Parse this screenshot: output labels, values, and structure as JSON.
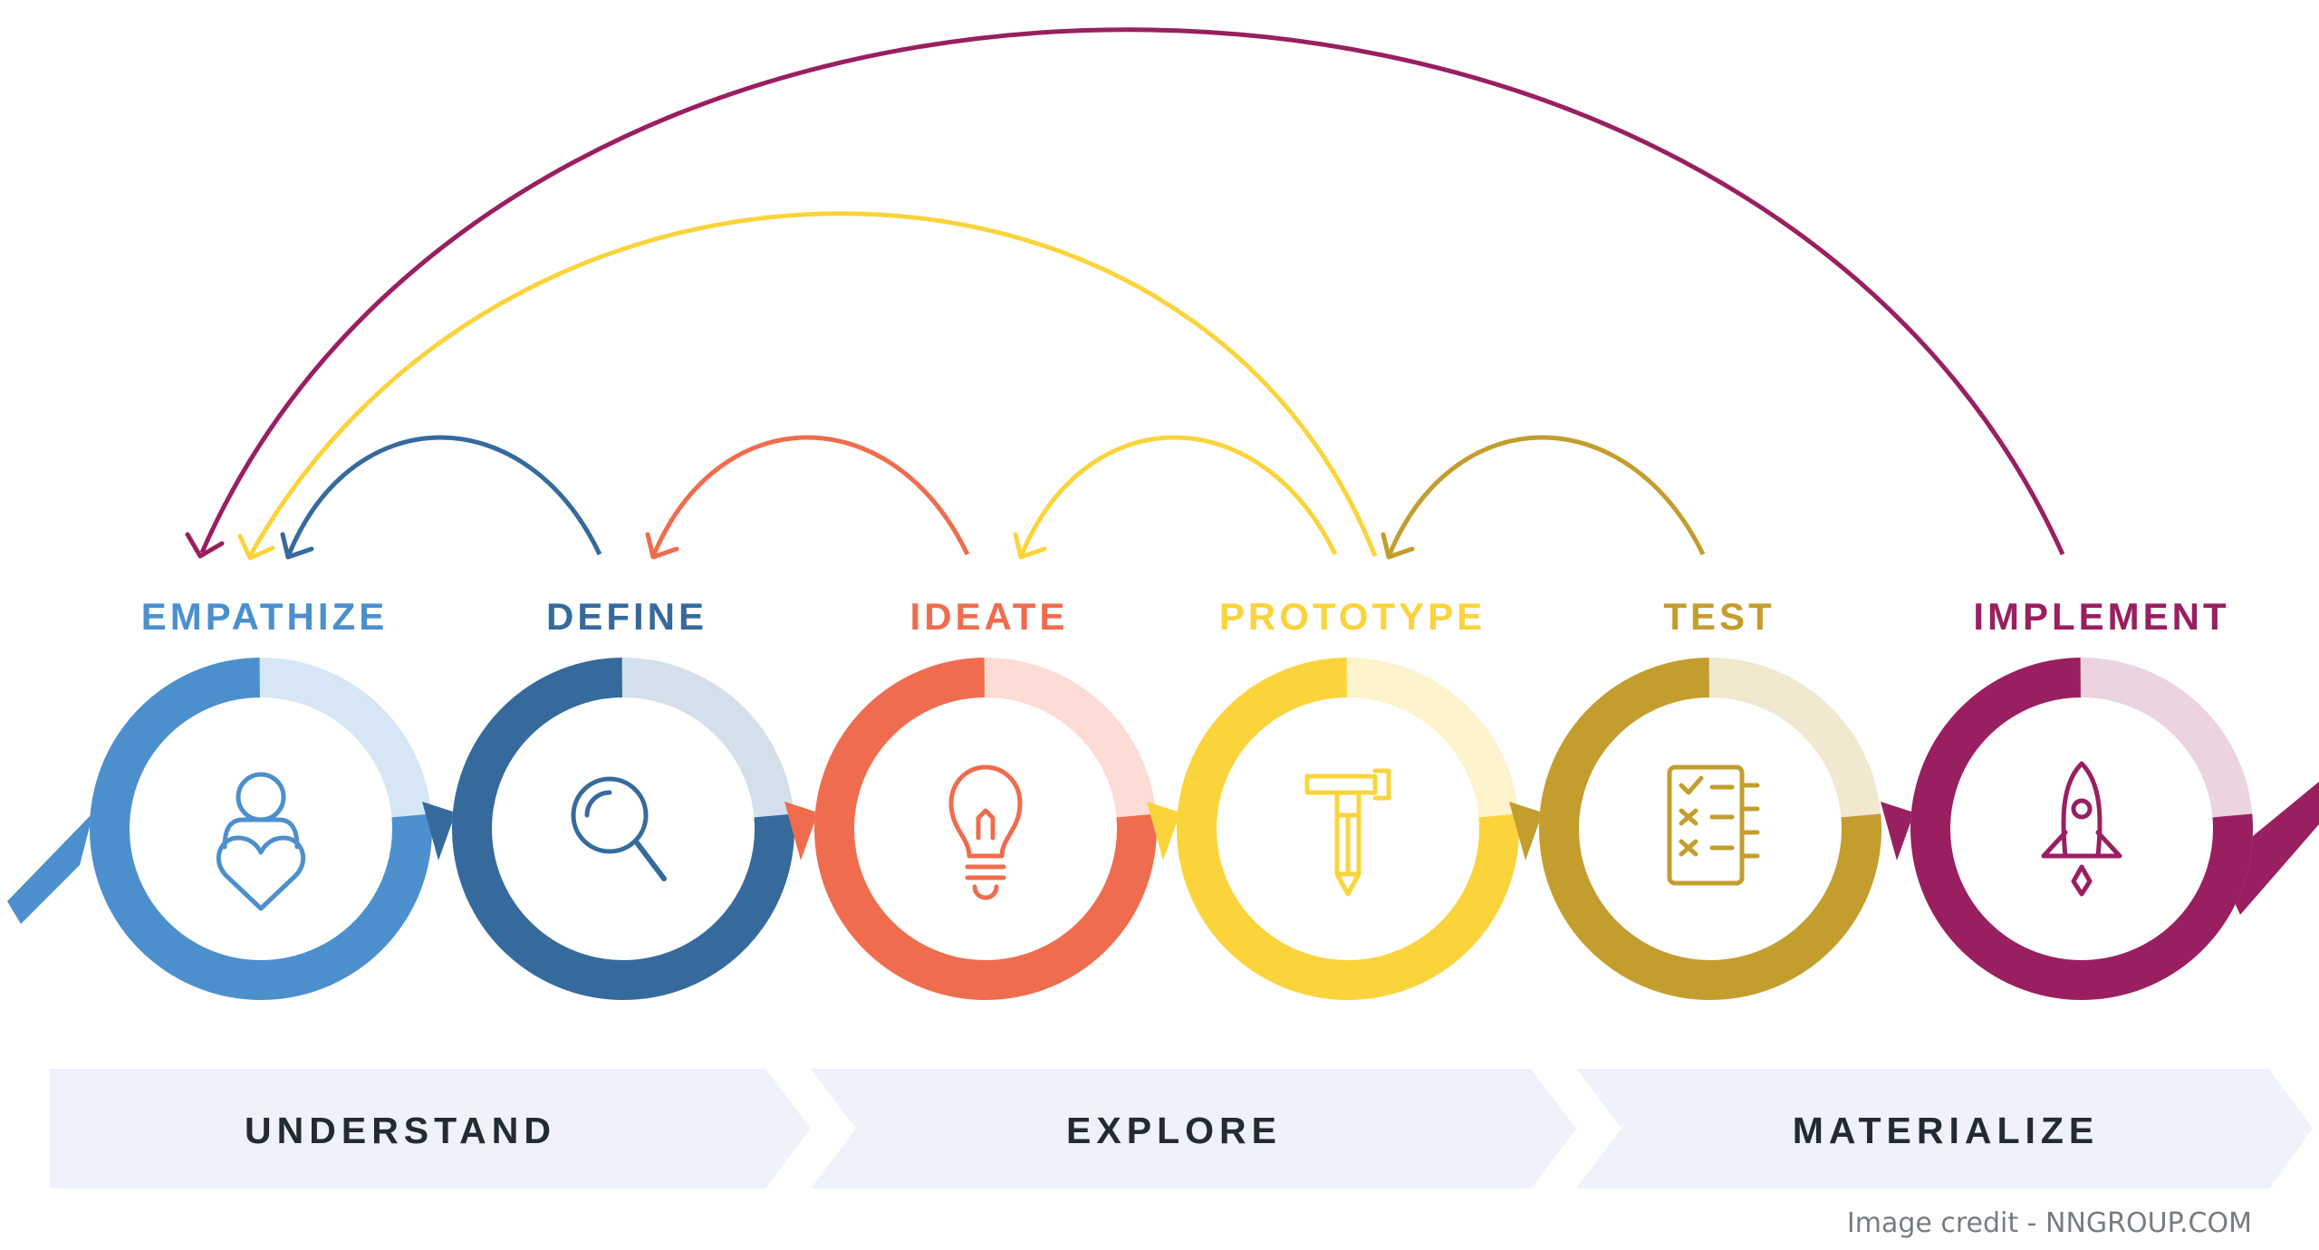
{
  "stages": [
    {
      "label": "EMPATHIZE",
      "color": "#4c8fcd",
      "tint": "#d6e6f4",
      "icon": "person-heart-icon"
    },
    {
      "label": "DEFINE",
      "color": "#366a9d",
      "tint": "#d3dfea",
      "icon": "magnifier-icon"
    },
    {
      "label": "IDEATE",
      "color": "#f06c4e",
      "tint": "#fcdcd4",
      "icon": "lightbulb-icon"
    },
    {
      "label": "PROTOTYPE",
      "color": "#fbd43c",
      "tint": "#fdf3cc",
      "icon": "hammer-pencil-icon"
    },
    {
      "label": "TEST",
      "color": "#c39e2e",
      "tint": "#f0e8cf",
      "icon": "checklist-icon"
    },
    {
      "label": "IMPLEMENT",
      "color": "#9a1f60",
      "tint": "#ecd3e0",
      "icon": "rocket-icon"
    }
  ],
  "phases": [
    {
      "label": "UNDERSTAND"
    },
    {
      "label": "EXPLORE"
    },
    {
      "label": "MATERIALIZE"
    }
  ],
  "loops": [
    {
      "from": "DEFINE",
      "to": "EMPATHIZE",
      "color": "#366a9d"
    },
    {
      "from": "IDEATE",
      "to": "DEFINE",
      "color": "#f06c4e"
    },
    {
      "from": "PROTOTYPE",
      "to": "IDEATE",
      "color": "#fbd43c"
    },
    {
      "from": "TEST",
      "to": "PROTOTYPE",
      "color": "#c39e2e"
    },
    {
      "from": "PROTOTYPE",
      "to": "EMPATHIZE",
      "color": "#fbd43c"
    },
    {
      "from": "IMPLEMENT",
      "to": "EMPATHIZE",
      "color": "#9a1f60"
    }
  ],
  "phase_band_color": "#eff2f8",
  "credit": "Image credit - NNGROUP.COM"
}
